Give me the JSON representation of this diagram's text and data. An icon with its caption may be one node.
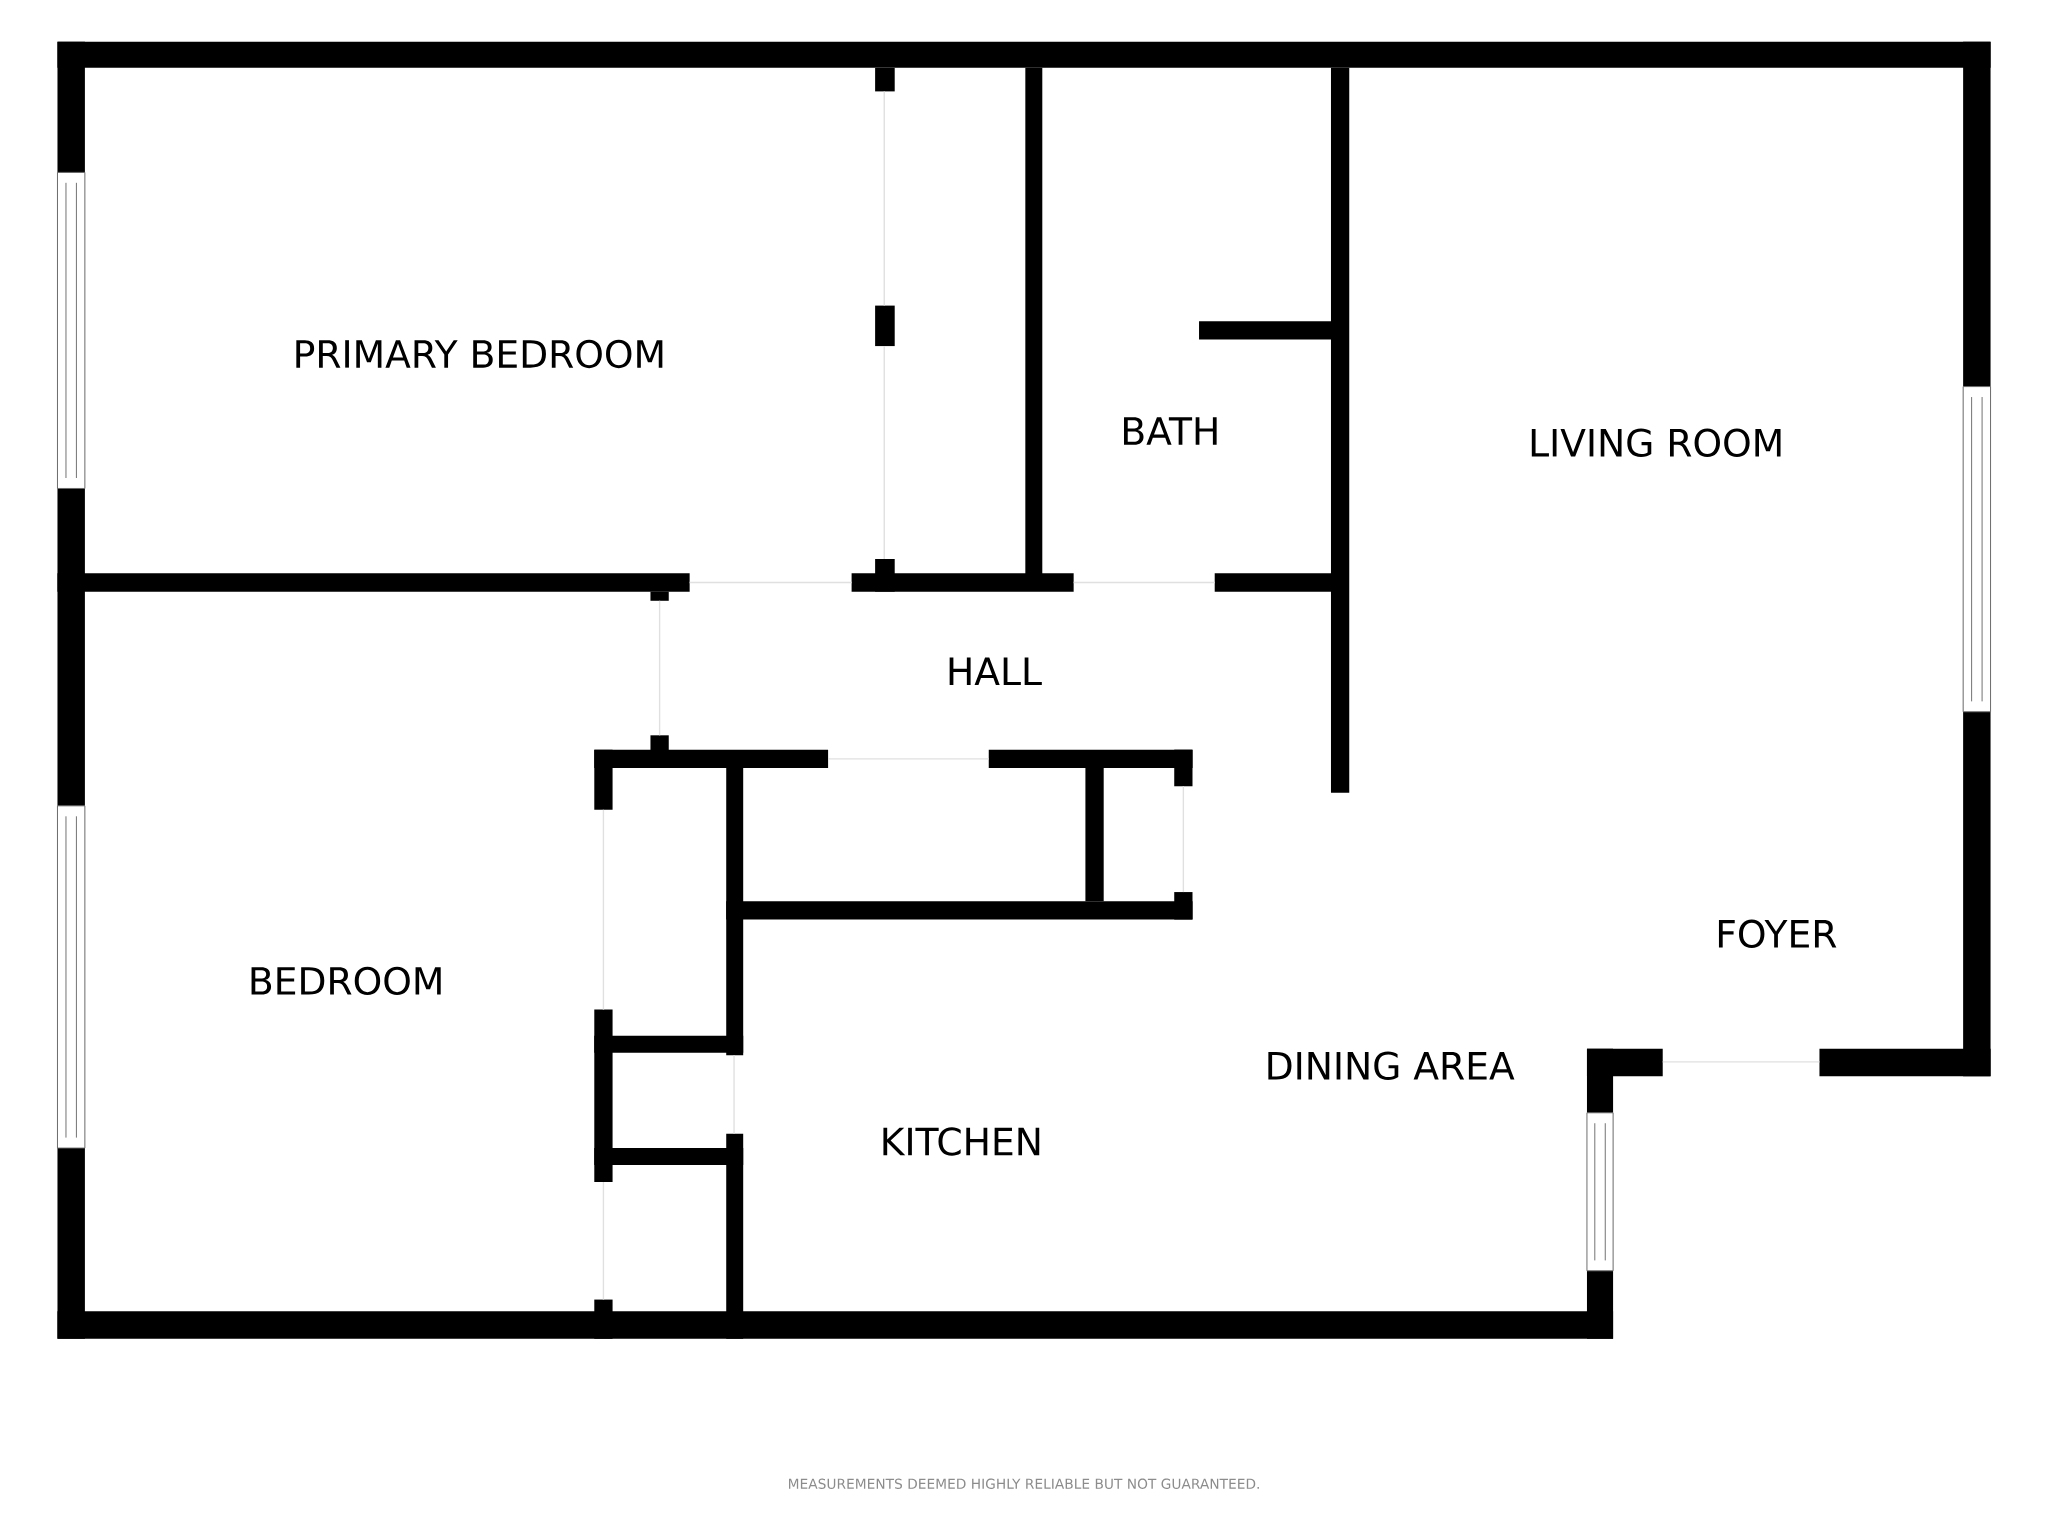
{
  "diagram": {
    "labels": [
      "PRIMARY BEDROOM",
      "BATH",
      "LIVING ROOM",
      "HALL",
      "BEDROOM",
      "FOYER",
      "DINING AREA",
      "KITCHEN",
      "MEASUREMENTS DEEMED HIGHLY RELIABLE BUT NOT GUARANTEED."
    ]
  }
}
